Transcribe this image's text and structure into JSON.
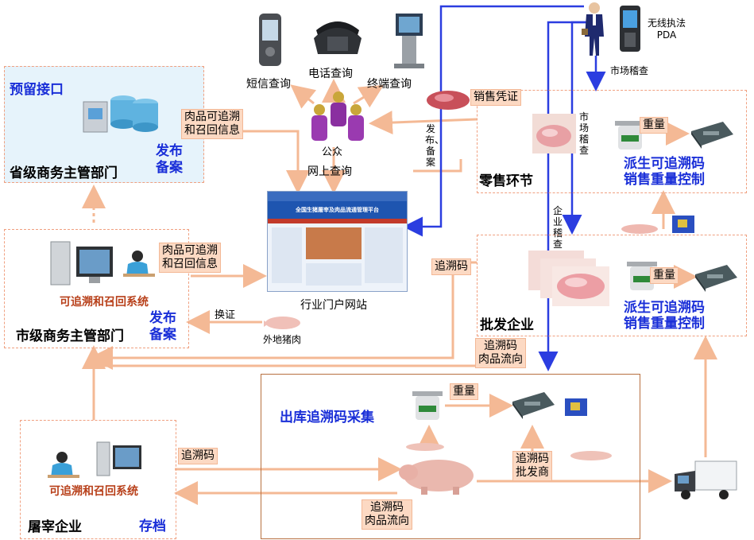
{
  "reserved_interface": "预留接口",
  "province_dept": "省级商务主管部门",
  "publish_filing": "发布\n备案",
  "meat_trace_recall_info": "肉品可追溯\n和召回信息",
  "public": "公众",
  "sms_query": "短信查询",
  "phone_query": "电话查询",
  "terminal_query": "终端查询",
  "online_query": "网上查询",
  "sales_voucher": "销售凭证",
  "publish_record_vertical": "发布、备案",
  "portal": "行业门户网站",
  "portal_header": "全国生猪屠宰及肉品流通管理平台",
  "wireless_pda": "无线执法\nPDA",
  "market_inspection": "市场稽查",
  "market_inspection_vertical": "市场稽查",
  "retail_section": "零售环节",
  "weigh": "重量",
  "derive_trace_code": "派生可追溯码\n销售重量控制",
  "enterprise_inspection_vertical": "企业稽查",
  "trace_code": "追溯码",
  "wholesale": "批发企业",
  "trace_meat_flow": "追溯码\n肉品流向",
  "traceability_system": "可追溯和召回系统",
  "city_dept": "市级商务主管部门",
  "exchange_cert": "换证",
  "other_pork": "外地猪肉",
  "outbound_collection": "出库追溯码采集",
  "trace_code_wholesaler": "追溯码\n批发商",
  "slaughter_enterprise": "屠宰企业",
  "archive": "存档",
  "colors": {
    "arrow_orange": "#f4b995",
    "arrow_blue": "#2b3de0",
    "title_blue": "#1a2fd8",
    "system_red": "#b8401a"
  }
}
